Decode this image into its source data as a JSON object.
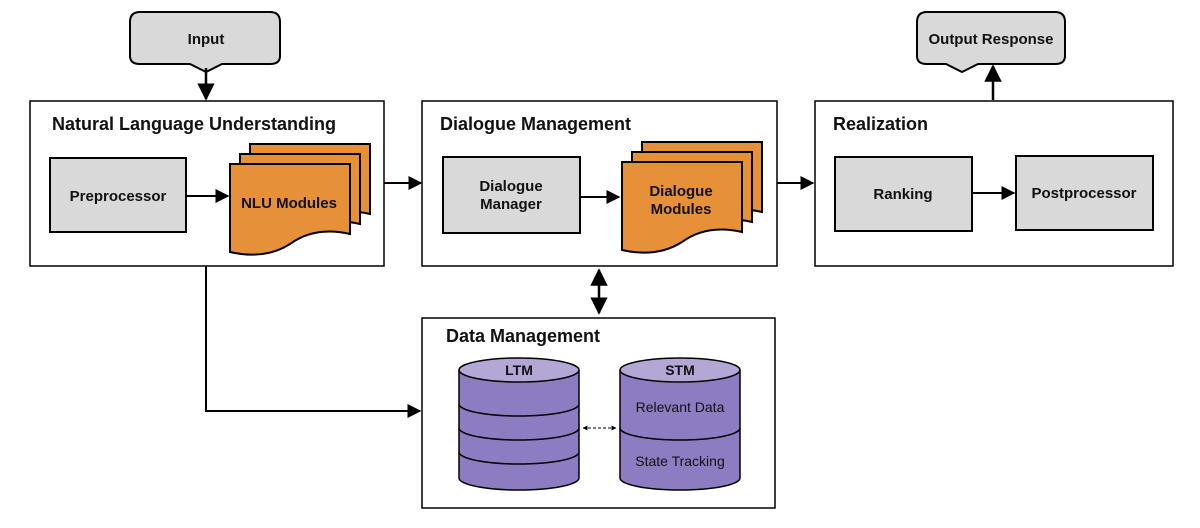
{
  "input": {
    "label": "Input"
  },
  "output": {
    "label": "Output Response"
  },
  "nlu": {
    "title": "Natural Language Understanding",
    "preprocessor": "Preprocessor",
    "modules": "NLU Modules"
  },
  "dm": {
    "title": "Dialogue Management",
    "manager_line1": "Dialogue",
    "manager_line2": "Manager",
    "modules_line1": "Dialogue",
    "modules_line2": "Modules"
  },
  "realization": {
    "title": "Realization",
    "ranking": "Ranking",
    "postprocessor": "Postprocessor"
  },
  "data": {
    "title": "Data Management",
    "ltm": {
      "label": "LTM"
    },
    "stm": {
      "label": "STM",
      "section1": "Relevant Data",
      "section2": "State Tracking"
    }
  },
  "colors": {
    "grey_box": "#d9d9d9",
    "orange": "#e69138",
    "purple": "#8e7cc3",
    "purple_top": "#b4a7d6",
    "frame": "#000000"
  }
}
